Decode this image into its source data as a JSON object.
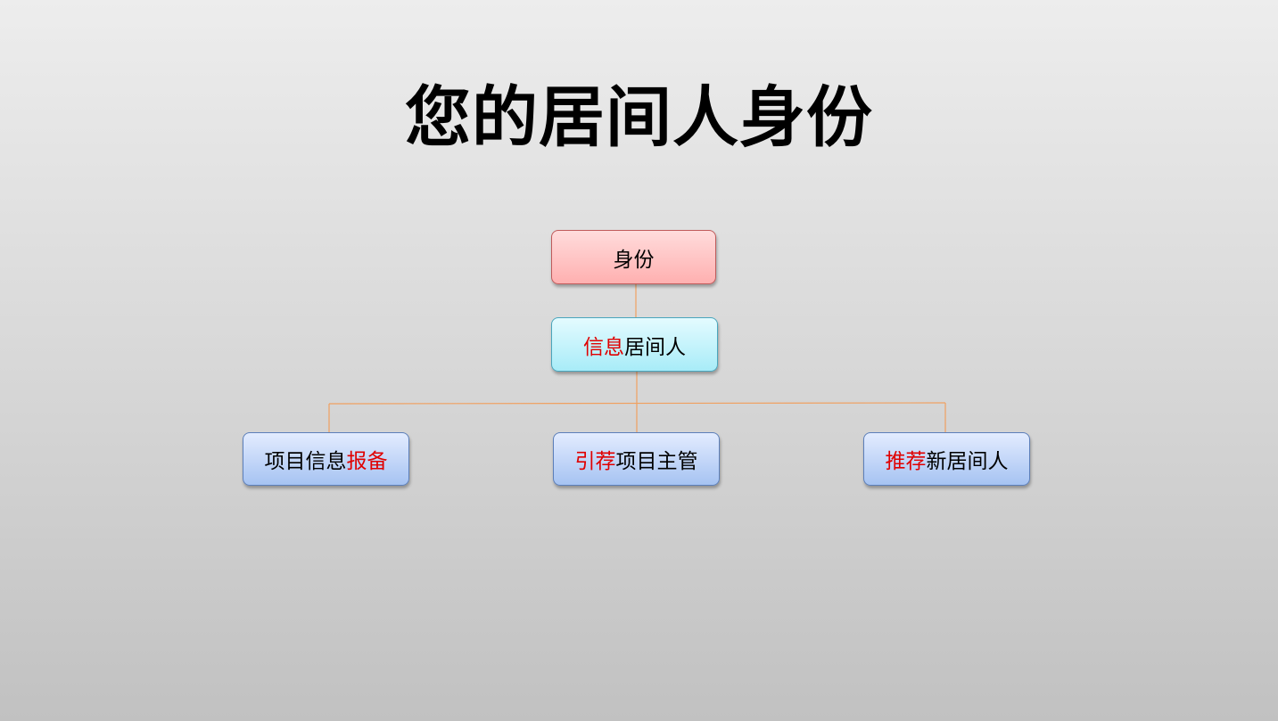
{
  "title": "您的居间人身份",
  "nodes": {
    "root": {
      "label": "身份"
    },
    "middle": {
      "highlight": "信息",
      "rest": "居间人"
    },
    "children": [
      {
        "prefix": "项目信息",
        "highlight": "报备",
        "suffix": ""
      },
      {
        "prefix": "",
        "highlight": "引荐",
        "suffix": "项目主管"
      },
      {
        "prefix": "",
        "highlight": "推荐",
        "suffix": "新居间人"
      }
    ]
  },
  "colors": {
    "connector": "#f0a060",
    "highlight_text": "#e00000"
  }
}
